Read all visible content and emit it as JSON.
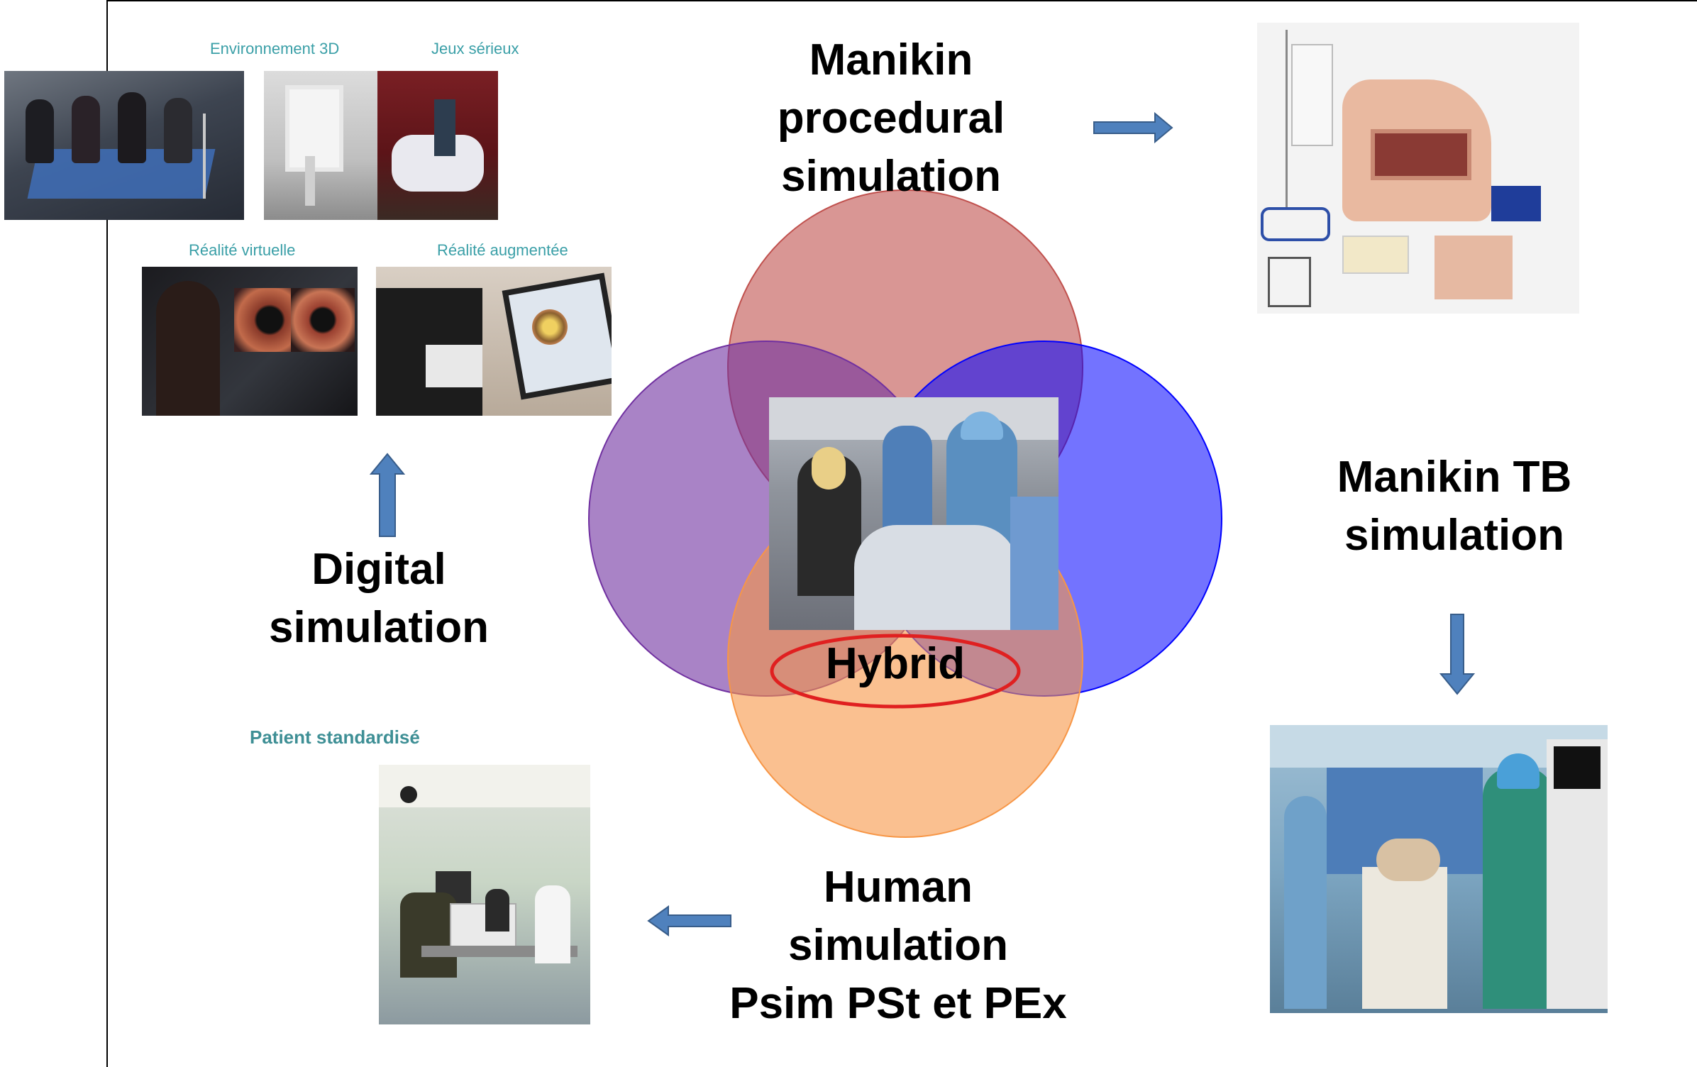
{
  "colors": {
    "manikin_procedural_circle": "#c0504d",
    "digital_circle": "#7030a0",
    "manikin_tb_circle": "#0000ff",
    "human_circle": "#f79646",
    "hybrid_ellipse": "#e02020",
    "arrow": "#4f81bd"
  },
  "digital_panel": {
    "caption_3d": "Environnement 3D",
    "caption_serious": "Jeux sérieux",
    "caption_vr": "Réalité virtuelle",
    "caption_ar": "Réalité augmentée"
  },
  "patient_panel": {
    "caption": "Patient standardisé"
  },
  "labels": {
    "manikin_procedural": [
      "Manikin",
      "procedural",
      "simulation"
    ],
    "digital": [
      "Digital",
      "simulation"
    ],
    "manikin_tb": [
      "Manikin TB",
      "simulation"
    ],
    "human": [
      "Human",
      "simulation",
      "Psim PSt et PEx"
    ],
    "hybrid": "Hybrid"
  }
}
